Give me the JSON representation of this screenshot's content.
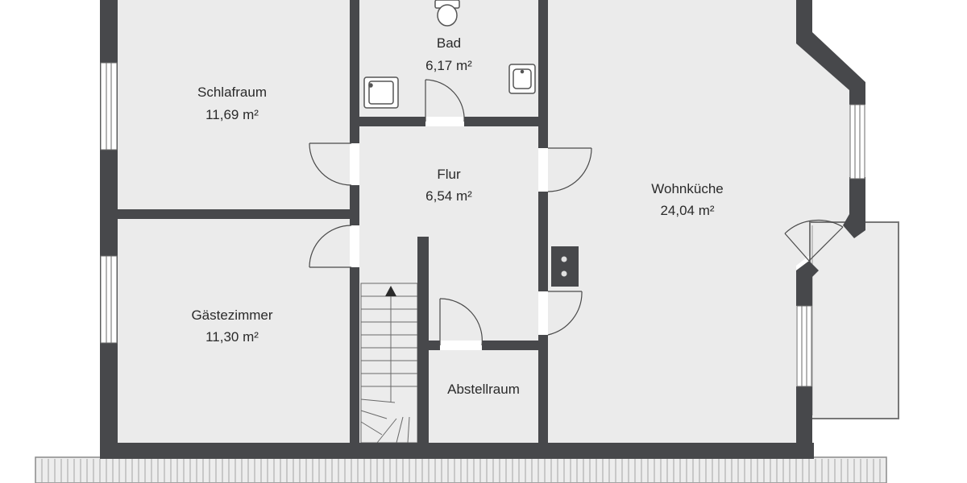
{
  "rooms": {
    "schlafraum": {
      "name": "Schlafraum",
      "area": "11,69 m²"
    },
    "bad": {
      "name": "Bad",
      "area": "6,17 m²"
    },
    "flur": {
      "name": "Flur",
      "area": "6,54 m²"
    },
    "wohnkueche": {
      "name": "Wohnküche",
      "area": "24,04 m²"
    },
    "gaestezimmer": {
      "name": "Gästezimmer",
      "area": "11,30 m²"
    },
    "abstellraum": {
      "name": "Abstellraum"
    }
  },
  "colors": {
    "wall": "#47484b",
    "floor": "#ebebeb",
    "line": "#4a4a4a",
    "background": "#ffffff"
  }
}
